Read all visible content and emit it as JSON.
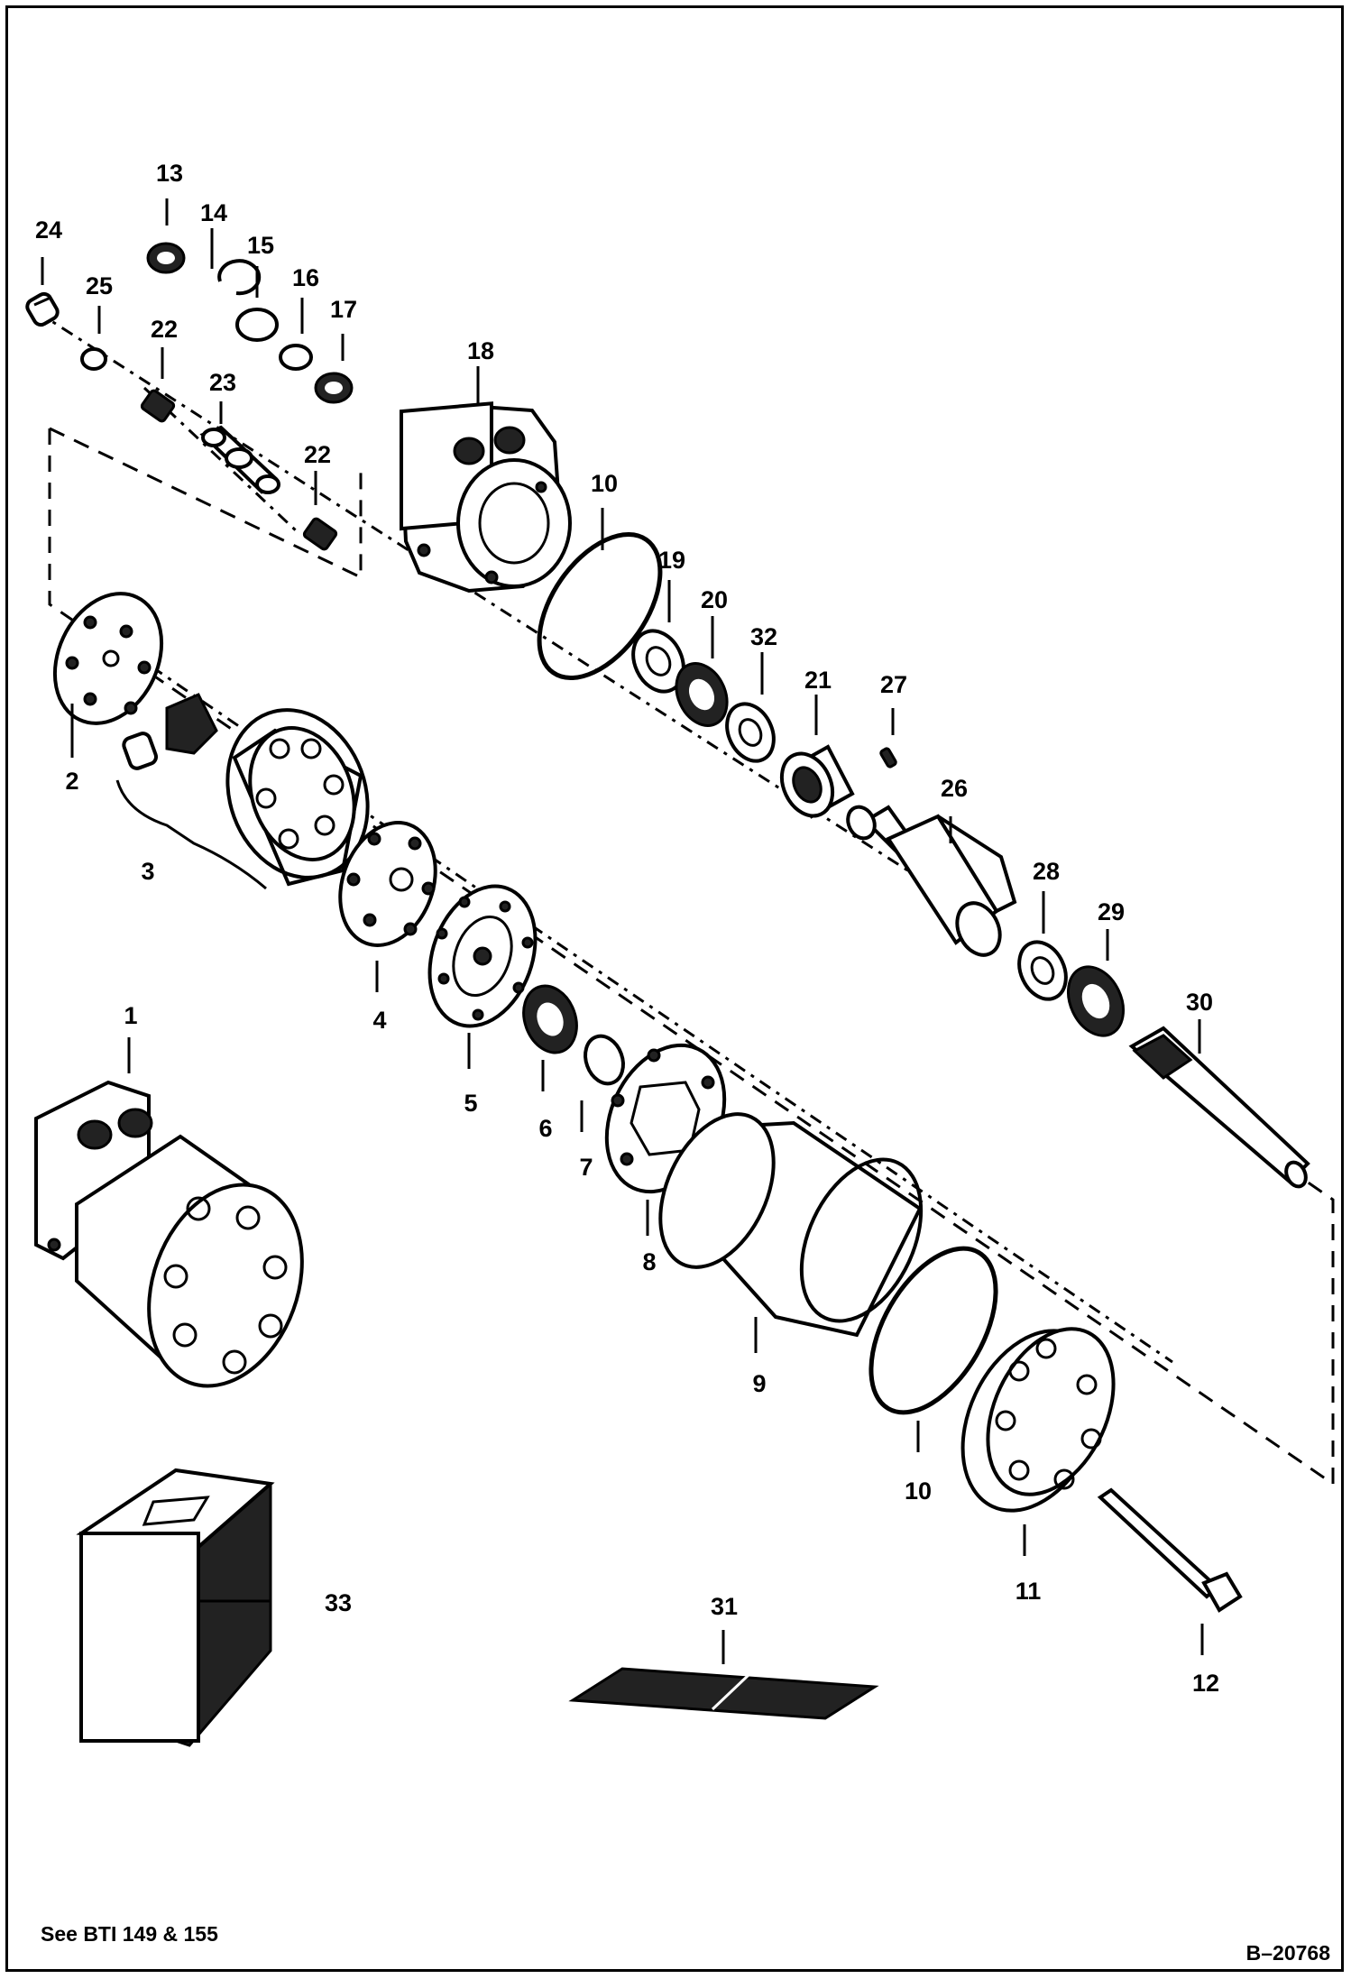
{
  "diagram": {
    "labels": [
      "1",
      "2",
      "3",
      "4",
      "5",
      "6",
      "7",
      "8",
      "9",
      "10",
      "11",
      "12",
      "13",
      "14",
      "15",
      "16",
      "17",
      "18",
      "19",
      "20",
      "21",
      "22",
      "23",
      "24",
      "25",
      "26",
      "27",
      "28",
      "29",
      "30",
      "31",
      "32",
      "33"
    ],
    "label_10b": "10",
    "label_22b": "22"
  },
  "footer": {
    "note": "See BTI 149 & 155",
    "ref": "B–20768"
  }
}
